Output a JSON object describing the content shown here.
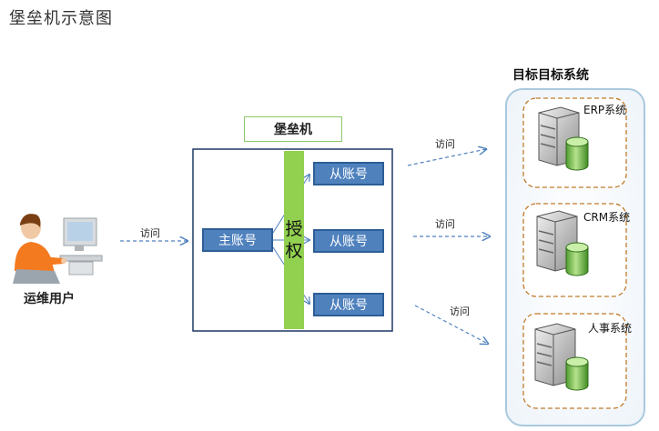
{
  "page_title": "堡垒机示意图",
  "user": {
    "label": "运维用户"
  },
  "access_label": "访问",
  "bastion": {
    "title": "堡垒机",
    "main_account": "主账号",
    "auth_line1": "授",
    "auth_line2": "权",
    "sub_accounts": [
      "从账号",
      "从账号",
      "从账号"
    ]
  },
  "targets": {
    "title": "目标目标系统",
    "systems": [
      "ERP系统",
      "CRM系统",
      "人事系统"
    ]
  },
  "colors": {
    "account_fill": "#4f81bd",
    "auth_bar": "#92d050",
    "target_border": "#a9c9dd",
    "system_border": "#c07a2a",
    "arrow": "#4f81bd"
  },
  "icons": {
    "user": "user-at-computer-icon",
    "server": "server-with-database-icon"
  }
}
